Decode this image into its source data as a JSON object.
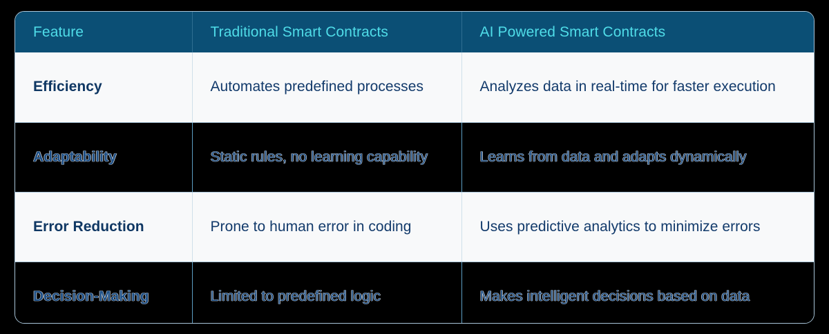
{
  "table": {
    "title": "Traditional vs AI Powered Smart Contracts comparison",
    "colors": {
      "header_background": "#0b4f75",
      "header_text": "#4fdce8",
      "light_row_background": "#f8f9fa",
      "dark_row_background": "#000000",
      "body_text": "#123a6b",
      "border": "#a9c6da",
      "page_background": "#000000"
    },
    "columns": [
      {
        "key": "feature",
        "label": "Feature"
      },
      {
        "key": "traditional",
        "label": "Traditional Smart Contracts"
      },
      {
        "key": "ai",
        "label": "AI Powered Smart Contracts"
      }
    ],
    "rows": [
      {
        "style": "light",
        "feature": "Efficiency",
        "traditional": "Automates predefined processes",
        "ai": "Analyzes data in real-time for faster execution"
      },
      {
        "style": "dark",
        "feature": "Adaptability",
        "traditional": "Static rules, no learning capability",
        "ai": "Learns from data and adapts dynamically"
      },
      {
        "style": "light",
        "feature": "Error Reduction",
        "traditional": "Prone to human error in coding",
        "ai": "Uses predictive analytics to minimize errors"
      },
      {
        "style": "dark",
        "feature": "Decision-Making",
        "traditional": "Limited to predefined logic",
        "ai": "Makes intelligent decisions based on data"
      }
    ]
  }
}
